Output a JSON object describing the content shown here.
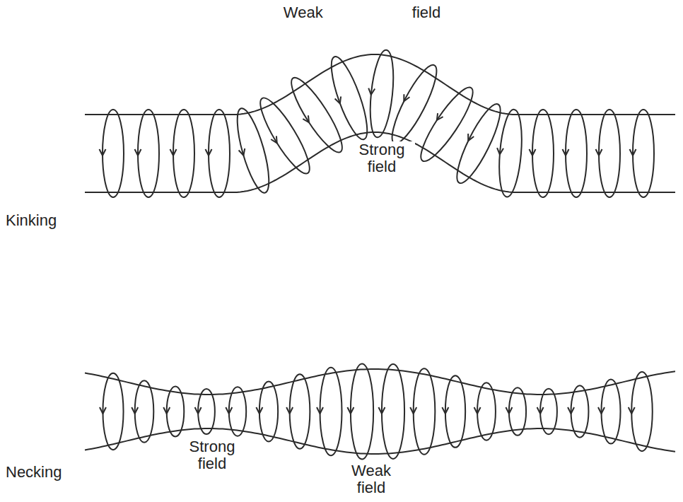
{
  "diagram": {
    "labels": [
      "Weak field",
      "Strong field",
      "Kinking",
      "Necking",
      "Strong field",
      "Weak field"
    ]
  }
}
